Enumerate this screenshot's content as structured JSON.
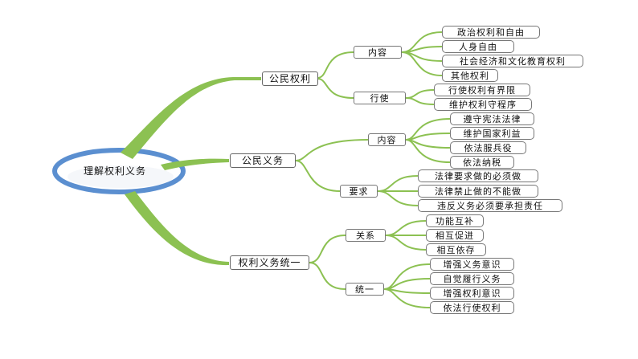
{
  "root": "理解权利义务",
  "branches": {
    "rights": {
      "label": "公民权利",
      "content": {
        "label": "内容",
        "items": [
          "政治权利和自由",
          "人身自由",
          "社会经济和文化教育权利",
          "其他权利"
        ]
      },
      "exercise": {
        "label": "行使",
        "items": [
          "行使权利有界限",
          "维护权利守程序"
        ]
      }
    },
    "duties": {
      "label": "公民义务",
      "content": {
        "label": "内容",
        "items": [
          "遵守宪法法律",
          "维护国家利益",
          "依法服兵役",
          "依法纳税"
        ]
      },
      "requirements": {
        "label": "要求",
        "items": [
          "法律要求做的必须做",
          "法律禁止做的不能做",
          "违反义务必须要承担责任"
        ]
      }
    },
    "unity": {
      "label": "权利义务统一",
      "relation": {
        "label": "关系",
        "items": [
          "功能互补",
          "相互促进",
          "相互依存"
        ]
      },
      "unify": {
        "label": "统一",
        "items": [
          "增强义务意识",
          "自觉履行义务",
          "增强权利意识",
          "依法行使权利"
        ]
      }
    }
  },
  "colors": {
    "branch_green": "#8cc152",
    "root_blue": "#5b8fd0",
    "border": "#777777"
  }
}
